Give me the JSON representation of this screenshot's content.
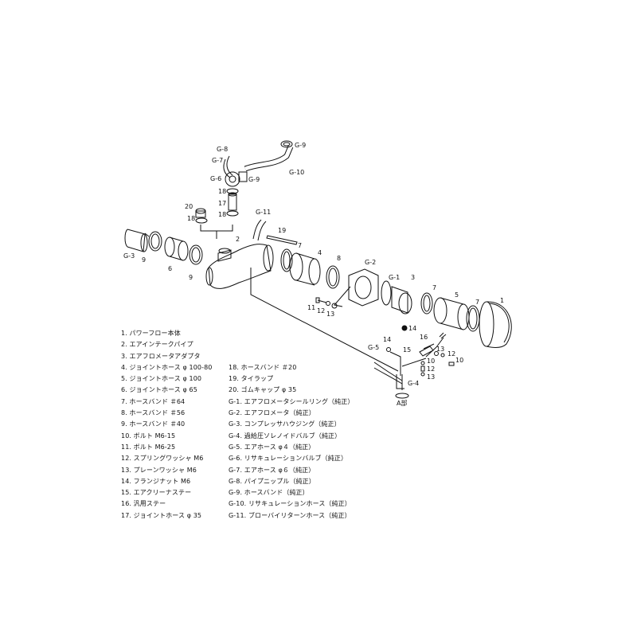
{
  "callouts": {
    "g8": "G-8",
    "g7": "G-7",
    "g6": "G-6",
    "g9a": "G-9",
    "g9b": "G-9",
    "g10": "G-10",
    "n18a": "18",
    "n17": "17",
    "n20": "20",
    "n18b": "18",
    "n18c": "18",
    "g11": "G-11",
    "n19": "19",
    "n2": "2",
    "g3": "G-3",
    "n9a": "9",
    "n6": "6",
    "n9b": "9",
    "n7a": "7",
    "n4": "4",
    "n8": "8",
    "g2": "G-2",
    "g1": "G-1",
    "n3": "3",
    "n11": "11",
    "n12a": "12",
    "n13a": "13",
    "n14a": "14",
    "n7b": "7",
    "n5": "5",
    "n7c": "7",
    "n1": "1",
    "g5": "G-5",
    "n14b": "14",
    "n15": "15",
    "n16": "16",
    "n10a": "10",
    "n12b": "12",
    "n13b": "13",
    "n13c": "13",
    "n12c": "12",
    "n10b": "10",
    "g4": "G-4",
    "a_part": "A部"
  },
  "parts_list": {
    "left": [
      "1. パワーフロー本体",
      "2. エアインテークパイプ",
      "3. エアフロメータアダプタ",
      "4. ジョイントホース φ 100-80",
      "5. ジョイントホース φ 100",
      "6. ジョイントホース φ 65",
      "7. ホースバンド ＃64",
      "8. ホースバンド ＃56",
      "9. ホースバンド ＃40",
      "10. ボルト M6-15",
      "11. ボルト M6-25",
      "12. スプリングワッシャ M6",
      "13. プレーンワッシャ M6",
      "14. フランジナット M6",
      "15. エアクリーナステー",
      "16. 汎用ステー",
      "17. ジョイントホース φ 35"
    ],
    "right": [
      "",
      "",
      "",
      "18. ホースバンド ＃20",
      "19. タイラップ",
      "20. ゴムキャップ φ 35",
      "G-1. エアフロメータシールリング（純正）",
      "G-2. エアフロメータ（純正）",
      "G-3. コンプレッサハウジング（純正）",
      "G-4. 過給圧ソレノイドバルブ（純正）",
      "G-5. エアホース φ４（純正）",
      "G-6. リサキュレーションバルブ（純正）",
      "G-7. エアホース φ６（純正）",
      "G-8. パイプニップル（純正）",
      "G-9. ホースバンド（純正）",
      "G-10. リサキュレーションホース（純正）",
      "G-11. ブローバイリターンホース（純正）"
    ]
  }
}
